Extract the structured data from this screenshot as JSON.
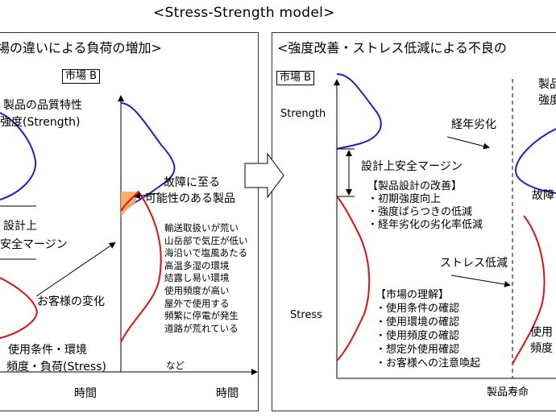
{
  "title": "<Stress-Strength model>",
  "left_panel": {
    "heading": "場の違いによる負荷の増加>",
    "market_label": "市場 B",
    "quality_line1": "製品の品質特性",
    "quality_line2": "強度(Strength)",
    "design_line1": "設計上",
    "design_line2": "安全マージン",
    "customer_change": "お客様の変化",
    "usage_line1": "使用条件・環境",
    "usage_line2": "頻度・負荷(Stress)",
    "time_label_a": "時間",
    "time_label_b": "時間",
    "failure_line1": "故障に至る",
    "failure_line2": "可能性のある製品",
    "factors": [
      "輸送取扱いが荒い",
      "山岳部で気圧が低い",
      "海沿いで塩風あたる",
      "高温多湿の環境",
      "結露し易い環境",
      "使用頻度が高い",
      "屋外で使用する",
      "頻繁に停電が発生",
      "道路が荒れている"
    ],
    "etc": "など"
  },
  "right_panel": {
    "heading": "<強度改善・ストレス低減による不良の",
    "market_label": "市場 B",
    "strength_label": "Strength",
    "stress_label": "Stress",
    "aging": "経年劣化",
    "design_margin": "設計上安全マージン",
    "design_improve_title": "【製品設計の改善】",
    "design_improve_items": [
      "・初期強度向上",
      "・強度ばらつきの低減",
      "・経年劣化の劣化率低減"
    ],
    "stress_reduce": "ストレス低減",
    "market_title": "【市場の理解】",
    "market_items": [
      "・使用条件の確認",
      "・使用環境の確認",
      "・使用頻度の確認",
      "・想定外使用確認",
      "・お客様への注意喚起"
    ],
    "lifetime": "製品寿命",
    "edge_product_1": "製品",
    "edge_product_2": "強度",
    "edge_failure": "故障",
    "edge_use_1": "使用",
    "edge_use_2": "頻度"
  },
  "colors": {
    "strength_curve": "#1f1fc8",
    "stress_curve": "#e01010",
    "overlap": "#f5a860",
    "frame": "#333333"
  }
}
